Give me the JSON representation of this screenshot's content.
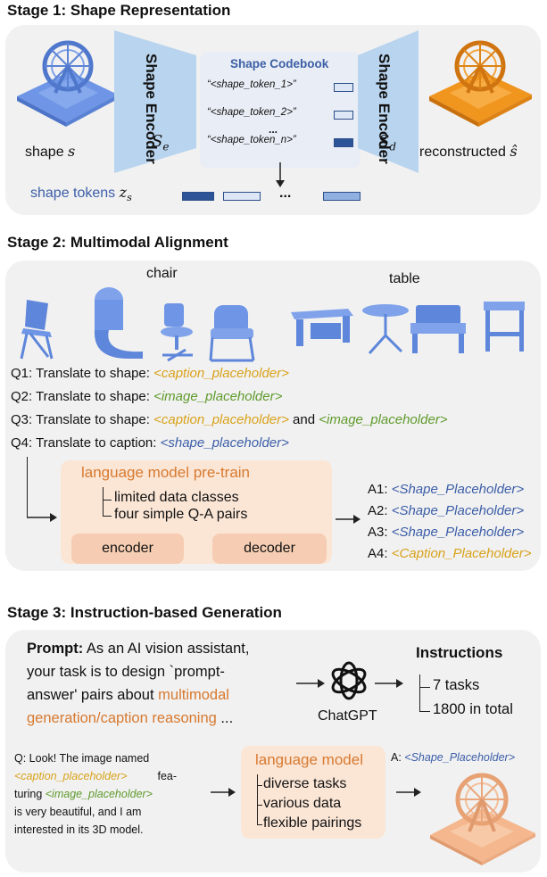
{
  "stage1": {
    "title": "Stage 1: Shape Representation",
    "encoder_label": "Shape Encoder",
    "encoder_var": "S",
    "encoder_sub": "e",
    "decoder_label": "Shape Encoder",
    "decoder_var": "S",
    "decoder_sub": "d",
    "codebook_title": "Shape Codebook",
    "tokens": [
      "“<shape_token_1>”",
      "“<shape_token_2>”",
      "...",
      "“<shape_token_n>”"
    ],
    "shape_label": "shape",
    "shape_var": "s",
    "recon_label": "reconstructed",
    "recon_var": "ŝ",
    "shape_tokens_label": "shape tokens",
    "shape_tokens_var": "z",
    "shape_tokens_sub": "s",
    "ellipsis": "..."
  },
  "stage2": {
    "title": "Stage 2: Multimodal Alignment",
    "chair_label": "chair",
    "table_label": "table",
    "questions": [
      {
        "prefix": "Q1: Translate to shape: ",
        "parts": [
          {
            "t": "<caption_placeholder>",
            "c": "orange"
          }
        ]
      },
      {
        "prefix": "Q2: Translate to shape: ",
        "parts": [
          {
            "t": "<image_placeholder>",
            "c": "green"
          }
        ]
      },
      {
        "prefix": "Q3: Translate to shape: ",
        "parts": [
          {
            "t": "<caption_placeholder>",
            "c": "orange"
          },
          {
            "t": " and ",
            "c": "plain"
          },
          {
            "t": "<image_placeholder>",
            "c": "green"
          }
        ]
      },
      {
        "prefix": "Q4: Translate to caption: ",
        "parts": [
          {
            "t": "<shape_placeholder>",
            "c": "blue"
          }
        ]
      }
    ],
    "lm_title": "language model pre-train",
    "lm_items": [
      "limited data classes",
      "four simple Q-A pairs"
    ],
    "encoder_btn": "encoder",
    "decoder_btn": "decoder",
    "answers": [
      {
        "prefix": "A1: ",
        "t": "<Shape_Placeholder>",
        "c": "blue"
      },
      {
        "prefix": "A2: ",
        "t": "<Shape_Placeholder>",
        "c": "blue"
      },
      {
        "prefix": "A3: ",
        "t": "<Shape_Placeholder>",
        "c": "blue"
      },
      {
        "prefix": "A4: ",
        "t": "<Caption_Placeholder>",
        "c": "orange"
      }
    ]
  },
  "stage3": {
    "title": "Stage 3: Instruction-based Generation",
    "prompt_bold": "Prompt:",
    "prompt_l1": " As an AI vision assistant,",
    "prompt_l2": "your task is to design `prompt-",
    "prompt_l3a": "answer' pairs about ",
    "prompt_l3b": "multimodal",
    "prompt_l4a": "generation/caption reasoning",
    "prompt_l4b": " ...",
    "chatgpt_label": "ChatGPT",
    "instructions_title": "Instructions",
    "instructions_items": [
      "7 tasks",
      "1800 in total"
    ],
    "q_l1": "Q: Look! The image named",
    "q_l2a": "<caption_placeholder>",
    "q_l2b": "fea-",
    "q_l3a": "turing ",
    "q_l3b": "<image_placeholder>",
    "q_l4": "is very beautiful, and I am",
    "q_l5": "interested in its 3D model.",
    "lm_title": "language model",
    "lm_items": [
      "diverse tasks",
      "various data",
      "flexible pairings"
    ],
    "answer_prefix": "A: ",
    "answer_t": "<Shape_Placeholder>"
  },
  "colors": {
    "blue_shape": "#6e95e6",
    "orange_shape": "#f0951e",
    "encoder_trap": "#b9d4ee",
    "token_dark": "#2d5496",
    "token_light": "#dce6f5",
    "token_mid": "#8fb0e0",
    "peach": "#fbe6d6",
    "salmon": "#f6cdb2",
    "lm_text": "#d7792f"
  }
}
